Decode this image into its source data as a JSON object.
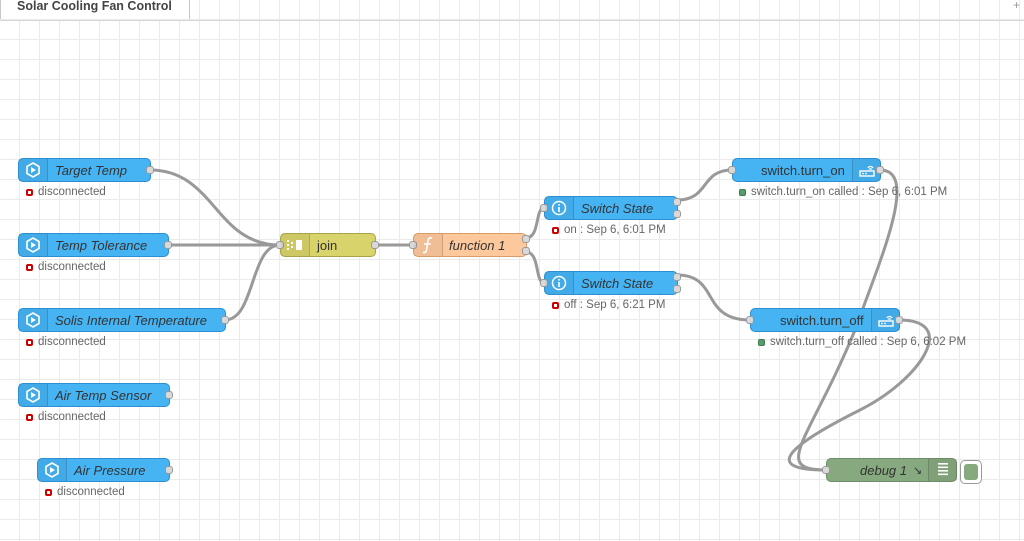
{
  "workspace": {
    "tab_label": "Solar Cooling Fan Control",
    "tab_add": "+"
  },
  "nodes": {
    "target_temp": {
      "label": "Target Temp",
      "status": "disconnected"
    },
    "temp_tolerance": {
      "label": "Temp Tolerance",
      "status": "disconnected"
    },
    "solis_internal": {
      "label": "Solis Internal Temperature",
      "status": "disconnected"
    },
    "air_temp": {
      "label": "Air Temp Sensor",
      "status": "disconnected"
    },
    "air_pressure": {
      "label": "Air Pressure",
      "status": "disconnected"
    },
    "join": {
      "label": "join"
    },
    "function1": {
      "label": "function 1"
    },
    "switch_state_on": {
      "label": "Switch State",
      "status": "on : Sep 6, 6:01 PM"
    },
    "switch_state_off": {
      "label": "Switch State",
      "status": "off : Sep 6, 6:21 PM"
    },
    "turn_on": {
      "label": "switch.turn_on",
      "status": "switch.turn_on called : Sep 6, 6:01 PM"
    },
    "turn_off": {
      "label": "switch.turn_off",
      "status": "switch.turn_off called : Sep 6, 6:02 PM"
    },
    "debug1": {
      "label": "debug 1"
    }
  },
  "colors": {
    "ha_blue": "#46b4f3",
    "join_yellow": "#d8d36a",
    "function_orange": "#fdc89c",
    "debug_green": "#87a97f",
    "status_red": "#cc0000",
    "status_green": "#5a9c6e"
  }
}
